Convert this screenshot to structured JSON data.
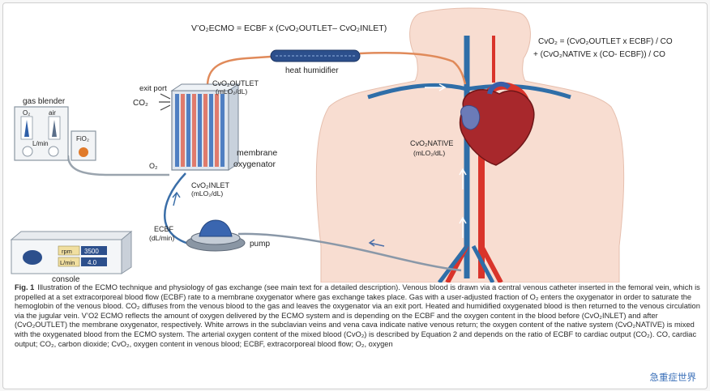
{
  "equations": {
    "ecmo_delivery": "V’O₂ECMO = ECBF x (CvO₂OUTLET– CvO₂INLET)",
    "mixed_line1": "CvO₂ = (CvO₂OUTLET x ECBF) / CO",
    "mixed_line2": "+ (CvO₂NATIVE x (CO- ECBF)) / CO"
  },
  "labels": {
    "heat_humidifier": "heat humidifier",
    "exit_port": "exit port",
    "co2": "CO₂",
    "gas_blender": "gas blender",
    "o2_gauge": "O₂",
    "air_gauge": "air",
    "flow_unit": "L/min",
    "fio2": "FiO₂",
    "o2_line": "O₂",
    "outlet_title": "CvO₂OUTLET",
    "outlet_unit": "(mLO₂/dL)",
    "inlet_title": "CvO₂INLET",
    "inlet_unit": "(mLO₂/dL)",
    "membrane1": "membrane",
    "membrane2": "oxygenator",
    "native_title": "CvO₂NATIVE",
    "native_unit": "(mLO₂/dL)",
    "ecbf": "ECBF",
    "ecbf_unit": "(dL/min)",
    "pump": "pump",
    "console": "console"
  },
  "console": {
    "rpm_label": "rpm",
    "rpm_value": "3500",
    "flow_label": "L/min",
    "flow_value": "4.0"
  },
  "caption": {
    "figure_label": "Fig. 1",
    "text": "Illustration of the ECMO technique and physiology of gas exchange (see main text for a detailed description). Venous blood is drawn via a central venous catheter inserted in the femoral vein, which is propelled at a set extracorporeal blood flow (ECBF) rate to a membrane oxygenator where gas exchange takes place. Gas with a user-adjusted fraction of O₂ enters the oxygenator in order to saturate the hemoglobin of the venous blood. CO₂ diffuses from the venous blood to the gas and leaves the oxygenator via an exit port. Heated and humidified oxygenated blood is then returned to the venous circulation via the jugular vein. V’O2 ECMO reflects the amount of oxygen delivered by the ECMO system and is depending on the ECBF and the oxygen content in the blood before (CvO₂INLET) and after (CvO₂OUTLET) the membrane oxygenator, respectively. White arrows in the subclavian veins and vena cava indicate native venous return; the oxygen content of the native system (CvO₂NATIVE) is mixed with the oxygenated blood from the ECMO system. The arterial oxygen content of the mixed blood (CvO₂) is described by Equation 2 and depends on the ratio of ECBF to cardiac output (CO₂). CO, cardiac output; CO₂, carbon dioxide; CvO₂, oxygen content in venous blood; ECBF, extracorporeal blood flow; O₂, oxygen"
  },
  "watermark": "急重症世界"
}
